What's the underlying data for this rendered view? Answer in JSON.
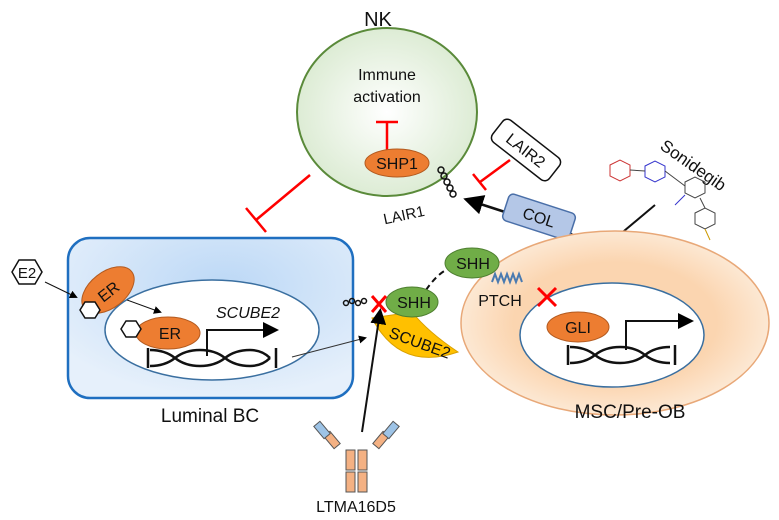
{
  "nk": {
    "title": "NK",
    "line1": "Immune",
    "line2": "activation",
    "shp1": "SHP1",
    "lair1": "LAIR1",
    "lair2": "LAIR2"
  },
  "col": "COL",
  "drug": {
    "name": "Sonidegib"
  },
  "luminal": {
    "title": "Luminal BC",
    "e2": "E2",
    "er_cyto": "ER",
    "er_nuc": "ER",
    "gene": "SCUBE2"
  },
  "signal": {
    "shh1": "SHH",
    "shh2": "SHH",
    "scube2": "SCUBE2",
    "ptch": "PTCH"
  },
  "msc": {
    "title": "MSC/Pre-OB",
    "gli": "GLI"
  },
  "antibody": {
    "name": "LTMA16D5"
  },
  "colors": {
    "nk_fill": "#dcebd2",
    "luminal_stroke": "#1f6fc0",
    "msc_fill": "#fde4cc",
    "orange": "#ed7d31",
    "green": "#70ad47",
    "yellow": "#ffc000",
    "inhibit": "#ff0000",
    "col_fill": "#b4c7e7"
  }
}
